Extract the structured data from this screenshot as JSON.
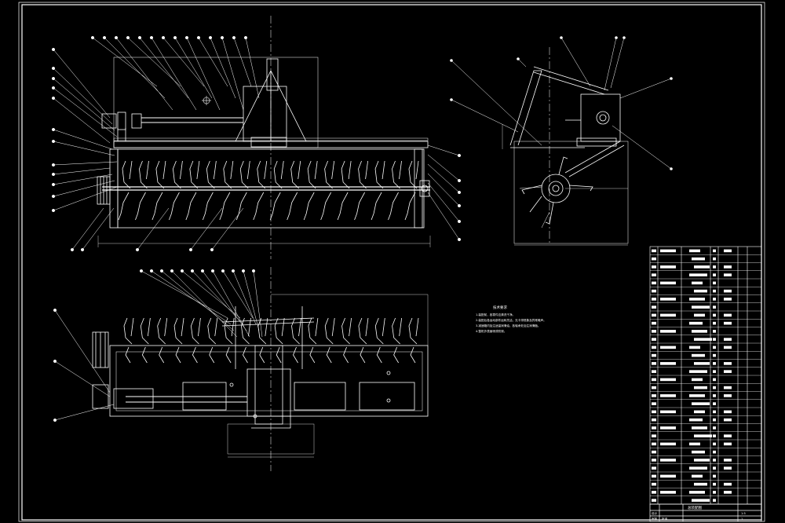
{
  "drawing": {
    "background": "#000000",
    "line_color": "#ffffff",
    "accent_color": "#ff3333",
    "blade_count_top": 18,
    "blade_count_bottom": 18,
    "balloon_count_top": 14,
    "balloon_count_bottom": 12,
    "bom_rows": 32
  },
  "notes": {
    "title": "技术要求",
    "lines": [
      "1.装配前，各零件应清洗干净。",
      "2.装配后各运动部件运转灵活，无卡滞现象及异常噪声。",
      "3.减速箱内加注适量润滑油，各轴承处加注润滑脂。",
      "4.整机外表面喷漆防锈。"
    ]
  },
  "title_block": {
    "drawing_name": "总装配图",
    "scale": "1:5",
    "sheet": "1",
    "designer_label": "设计",
    "check_label": "审核",
    "approve_label": "批准"
  }
}
